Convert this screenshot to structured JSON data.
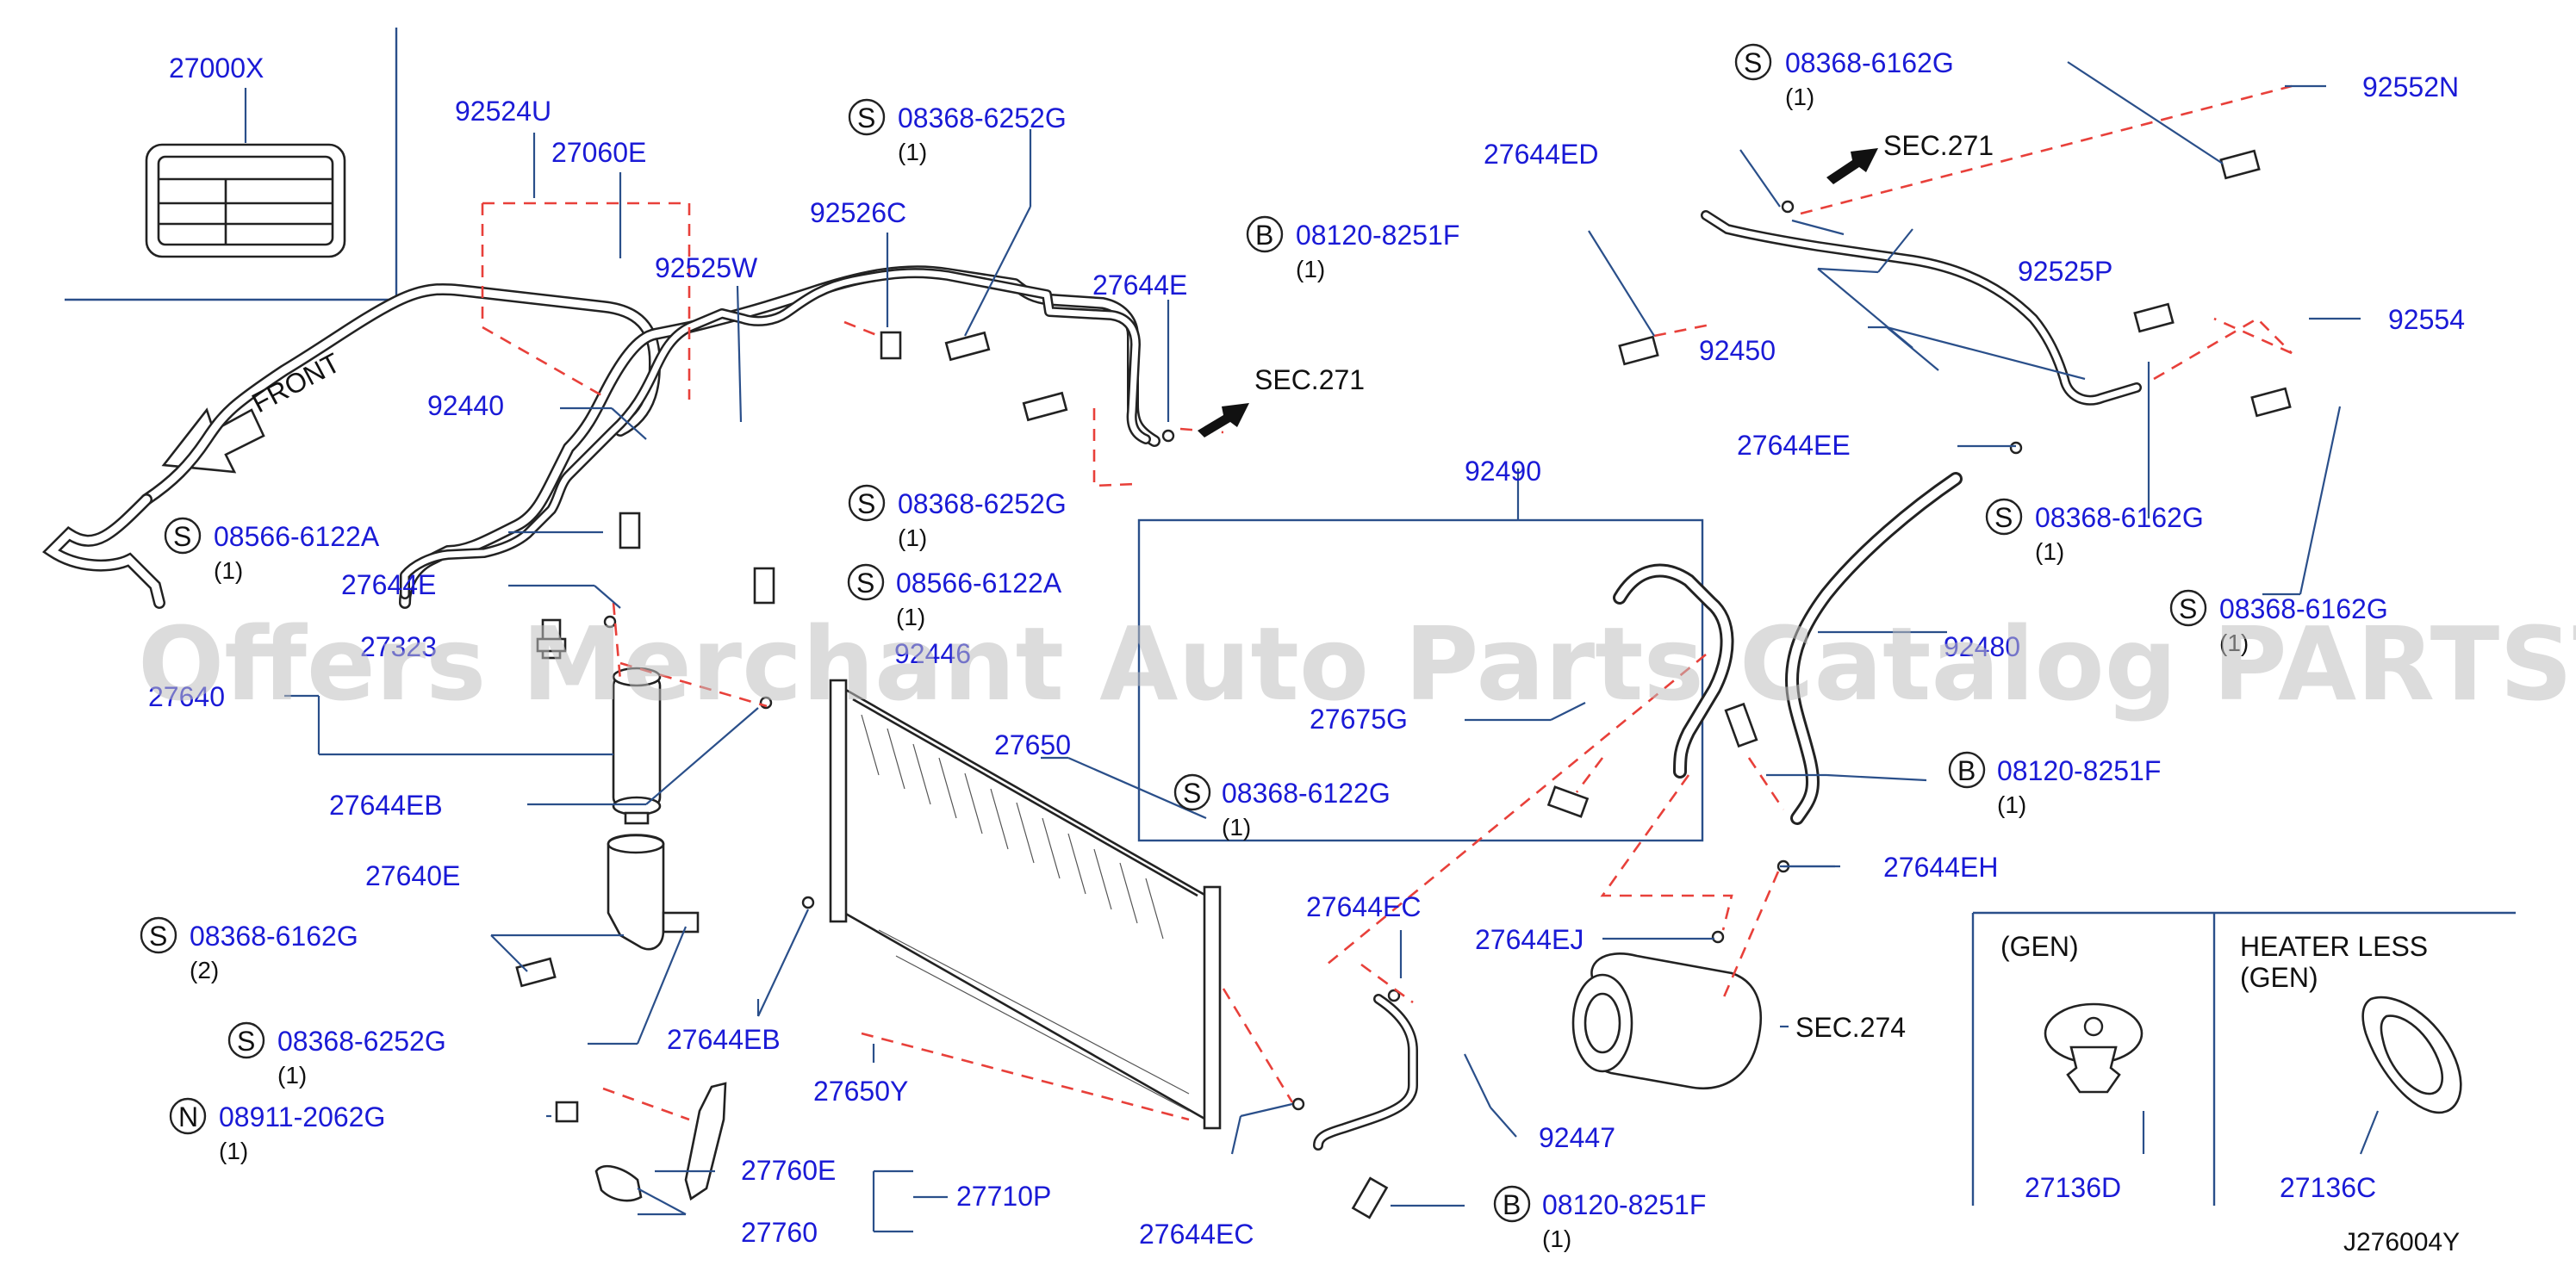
{
  "diagram": {
    "code": "J276004Y",
    "front_label": "FRONT",
    "watermark": "Offers Merchant Auto Parts Catalog PARTSTORE.SA",
    "prefix_s": "S",
    "prefix_b": "B",
    "prefix_n": "N",
    "sections": [
      "SEC.271",
      "SEC.271",
      "SEC.274"
    ],
    "parts": {
      "p27000X": "27000X",
      "p92524U": "92524U",
      "p27060E": "27060E",
      "p92525W": "92525W",
      "p92526C": "92526C",
      "p27644E_top": "27644E",
      "p92440": "92440",
      "p27644E_left": "27644E",
      "p27323": "27323",
      "p27640": "27640",
      "p27644EB_left": "27644EB",
      "p27640E": "27640E",
      "p27644EB_bottom": "27644EB",
      "p27650": "27650",
      "p27650Y": "27650Y",
      "p27760E": "27760E",
      "p27760": "27760",
      "p27710P": "27710P",
      "p92490": "92490",
      "p27675G": "27675G",
      "p27644EC_top": "27644EC",
      "p27644EC_bottom": "27644EC",
      "p92447": "92447",
      "p27644EJ": "27644EJ",
      "p27644ED": "27644ED",
      "p92525P": "92525P",
      "p92450": "92450",
      "p92552N": "92552N",
      "p92554": "92554",
      "p27644EE": "27644EE",
      "p92480": "92480",
      "p27644EH": "27644EH",
      "p27136D": "27136D",
      "p27136C": "27136C",
      "p92446": "92446"
    },
    "fasteners": {
      "f_top_mid": {
        "pn": "08368-6252G",
        "qty": "(1)"
      },
      "f_top_right": {
        "pn": "08368-6162G",
        "qty": "(1)"
      },
      "f_b_top": {
        "pn": "08120-8251F",
        "qty": "(1)"
      },
      "f_mid_6252": {
        "pn": "08368-6252G",
        "qty": "(1)"
      },
      "f_left_6122": {
        "pn": "08566-6122A",
        "qty": "(1)"
      },
      "f_mid_6122A": {
        "pn": "08566-6122A",
        "qty": "(1)"
      },
      "f_6122G": {
        "pn": "08368-6122G",
        "qty": "(1)"
      },
      "f_left_6162": {
        "pn": "08368-6162G",
        "qty": "(2)"
      },
      "f_left_6252": {
        "pn": "08368-6252G",
        "qty": "(1)"
      },
      "f_nut": {
        "pn": "08911-2062G",
        "qty": "(1)"
      },
      "f_right_6162a": {
        "pn": "08368-6162G",
        "qty": "(1)"
      },
      "f_right_6162b": {
        "pn": "08368-6162G",
        "qty": "(1)"
      },
      "f_b_right": {
        "pn": "08120-8251F",
        "qty": "(1)"
      },
      "f_b_bottom": {
        "pn": "08120-8251F",
        "qty": "(1)"
      }
    },
    "variants": {
      "gen": "(GEN)",
      "heater_less_1": "HEATER   LESS",
      "heater_less_2": "(GEN)"
    }
  },
  "colors": {
    "part_number": "#1a1ad6",
    "leader": "#2a4f8a",
    "dashed": "#e8403a",
    "outline": "#222222",
    "watermark": "#bfbfbf"
  }
}
